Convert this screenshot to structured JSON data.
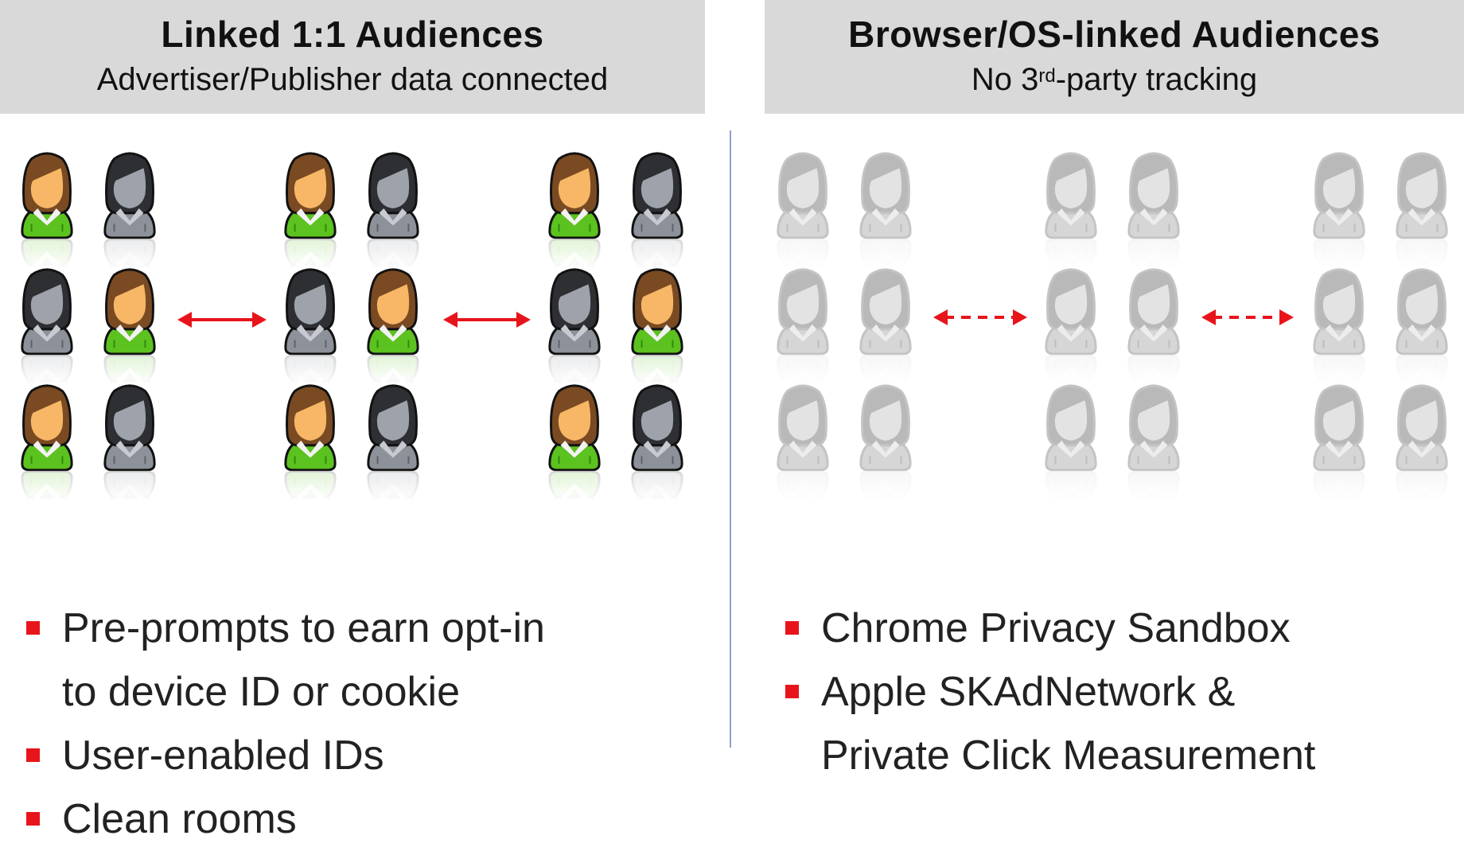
{
  "left": {
    "title": "Linked 1:1 Audiences",
    "subtitle": "Advertiser/Publisher data connected",
    "avatar_pattern": [
      [
        "identified",
        "anonymous"
      ],
      [
        "anonymous",
        "identified"
      ],
      [
        "identified",
        "anonymous"
      ]
    ],
    "arrow_style": "solid",
    "bullets": [
      {
        "line1": "Pre-prompts to earn opt-in",
        "line2": "to device ID or cookie"
      },
      {
        "line1": "User-enabled IDs",
        "line2": ""
      },
      {
        "line1": "Clean rooms",
        "line2": ""
      }
    ]
  },
  "right": {
    "title": "Browser/OS-linked Audiences",
    "subtitle_prefix": "No 3",
    "subtitle_sup": "rd",
    "subtitle_suffix": "-party tracking",
    "avatar_pattern": [
      [
        "ghost",
        "ghost"
      ],
      [
        "ghost",
        "ghost"
      ],
      [
        "ghost",
        "ghost"
      ]
    ],
    "arrow_style": "dashed",
    "bullets": [
      {
        "line1": "Chrome Privacy Sandbox",
        "line2": ""
      },
      {
        "line1": "Apple SKAdNetwork &",
        "line2": "Private Click Measurement"
      }
    ]
  },
  "colors": {
    "header_bg": "#d9d9d9",
    "bullet": "#e8141b",
    "arrow": "#e8141b",
    "divider": "#8fa2c8"
  }
}
